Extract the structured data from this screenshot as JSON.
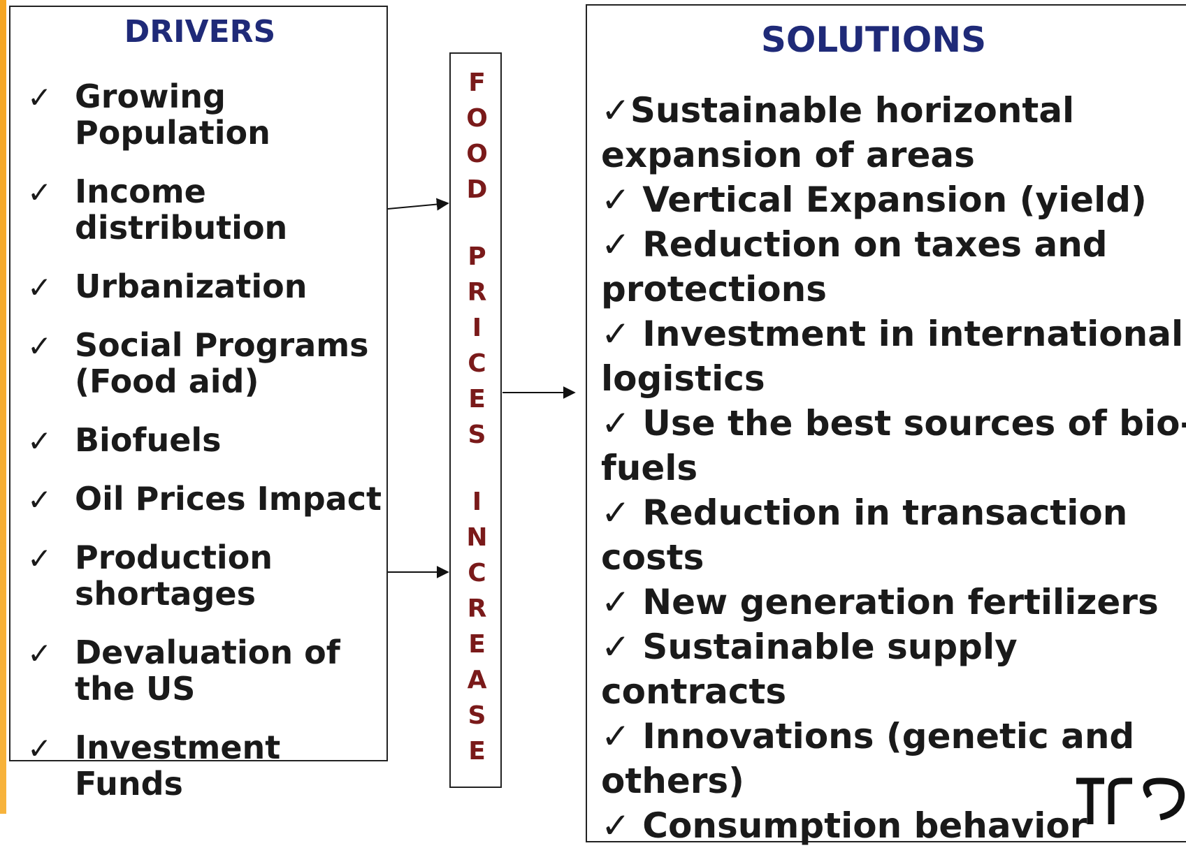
{
  "drivers": {
    "title": "DRIVERS",
    "check_mark": "✓",
    "items": [
      "Growing Population",
      "Income distribution",
      "Urbanization",
      "Social Programs (Food aid)",
      "Biofuels",
      "Oil Prices Impact",
      "Production shortages",
      "Devaluation of the US",
      "Investment Funds"
    ]
  },
  "center": {
    "label": "FOOD PRICES INCREASE"
  },
  "solutions": {
    "title": "SOLUTIONS",
    "items": [
      "✓Sustainable horizontal expansion of areas",
      "✓ Vertical Expansion (yield)",
      "✓ Reduction on taxes and protections",
      "✓ Investment in international logistics",
      "✓ Use the best sources of bio-fuels",
      "✓ Reduction in transaction costs",
      "✓ New generation fertilizers",
      "✓ Sustainable supply contracts",
      "✓ Innovations (genetic and others)",
      "✓ Consumption behavior"
    ]
  },
  "colors": {
    "title": "#1f2a78",
    "center_text": "#7a1a1a",
    "edge_stripe": "#f6a623"
  }
}
